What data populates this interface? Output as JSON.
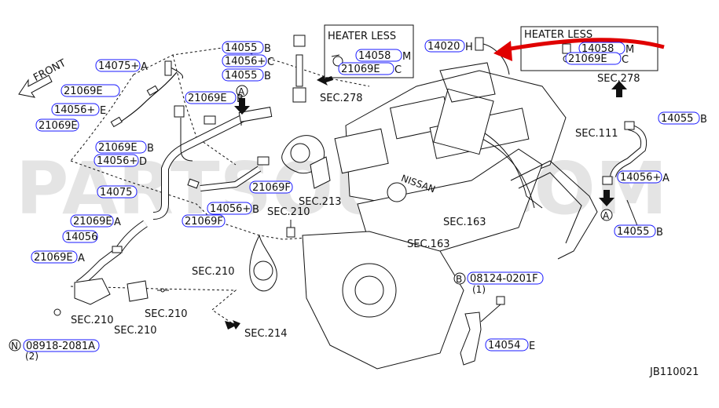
{
  "watermark": "PARTSOUQ.COM",
  "diagram_code": "JB110021",
  "front_label": "FRONT",
  "heater_less_left": "HEATER LESS",
  "heater_less_right": "HEATER LESS",
  "section_refs": {
    "sec278_left": "SEC.278",
    "sec278_right": "SEC.278",
    "sec111": "SEC.111",
    "sec163_a": "SEC.163",
    "sec163_b": "SEC.163",
    "sec213": "SEC.213",
    "sec210_a": "SEC.210",
    "sec210_b": "SEC.210",
    "sec210_c": "SEC.210",
    "sec210_d": "SEC.210",
    "sec210_e": "SEC.210",
    "sec214": "SEC.214"
  },
  "marker_a": "A",
  "marker_b": "B",
  "marker_n": "N",
  "parts": [
    {
      "id": "p1",
      "code": "14055",
      "suffix": "B"
    },
    {
      "id": "p2",
      "code": "14056+",
      "suffix": "C"
    },
    {
      "id": "p3",
      "code": "14055",
      "suffix": "B"
    },
    {
      "id": "p4",
      "code": "14058",
      "suffix": "M"
    },
    {
      "id": "p5",
      "code": "21069E",
      "suffix": "C"
    },
    {
      "id": "p6",
      "code": "14020",
      "suffix": "H"
    },
    {
      "id": "p7",
      "code": "14058",
      "suffix": "M"
    },
    {
      "id": "p8",
      "code": "21069E",
      "suffix": "C"
    },
    {
      "id": "p9",
      "code": "14075+",
      "suffix": "A"
    },
    {
      "id": "p10",
      "code": "21069E",
      "suffix": ""
    },
    {
      "id": "p11",
      "code": "14056+",
      "suffix": "E"
    },
    {
      "id": "p12",
      "code": "21069E",
      "suffix": ""
    },
    {
      "id": "p13",
      "code": "21069E",
      "suffix": "B"
    },
    {
      "id": "p14",
      "code": "21069E",
      "suffix": "B"
    },
    {
      "id": "p15",
      "code": "14056+",
      "suffix": "D"
    },
    {
      "id": "p16",
      "code": "14075",
      "suffix": ""
    },
    {
      "id": "p17",
      "code": "21069F",
      "suffix": ""
    },
    {
      "id": "p18",
      "code": "14056+",
      "suffix": "B"
    },
    {
      "id": "p19",
      "code": "21069F",
      "suffix": ""
    },
    {
      "id": "p20",
      "code": "21069E",
      "suffix": "A"
    },
    {
      "id": "p21",
      "code": "14056",
      "suffix": ""
    },
    {
      "id": "p22",
      "code": "21069E",
      "suffix": "A"
    },
    {
      "id": "p23",
      "code": "14055",
      "suffix": "B"
    },
    {
      "id": "p24",
      "code": "14056+",
      "suffix": "A"
    },
    {
      "id": "p25",
      "code": "14055",
      "suffix": "B"
    },
    {
      "id": "p26",
      "code": "08124-0201F",
      "suffix": ""
    },
    {
      "id": "p27",
      "code": "14054",
      "suffix": "E"
    },
    {
      "id": "p28",
      "code": "08918-2081A",
      "suffix": ""
    }
  ],
  "qty_b": "(1)",
  "qty_n": "(2)",
  "highlight_color": "#e00000",
  "label_box_color": "#1a1aff"
}
